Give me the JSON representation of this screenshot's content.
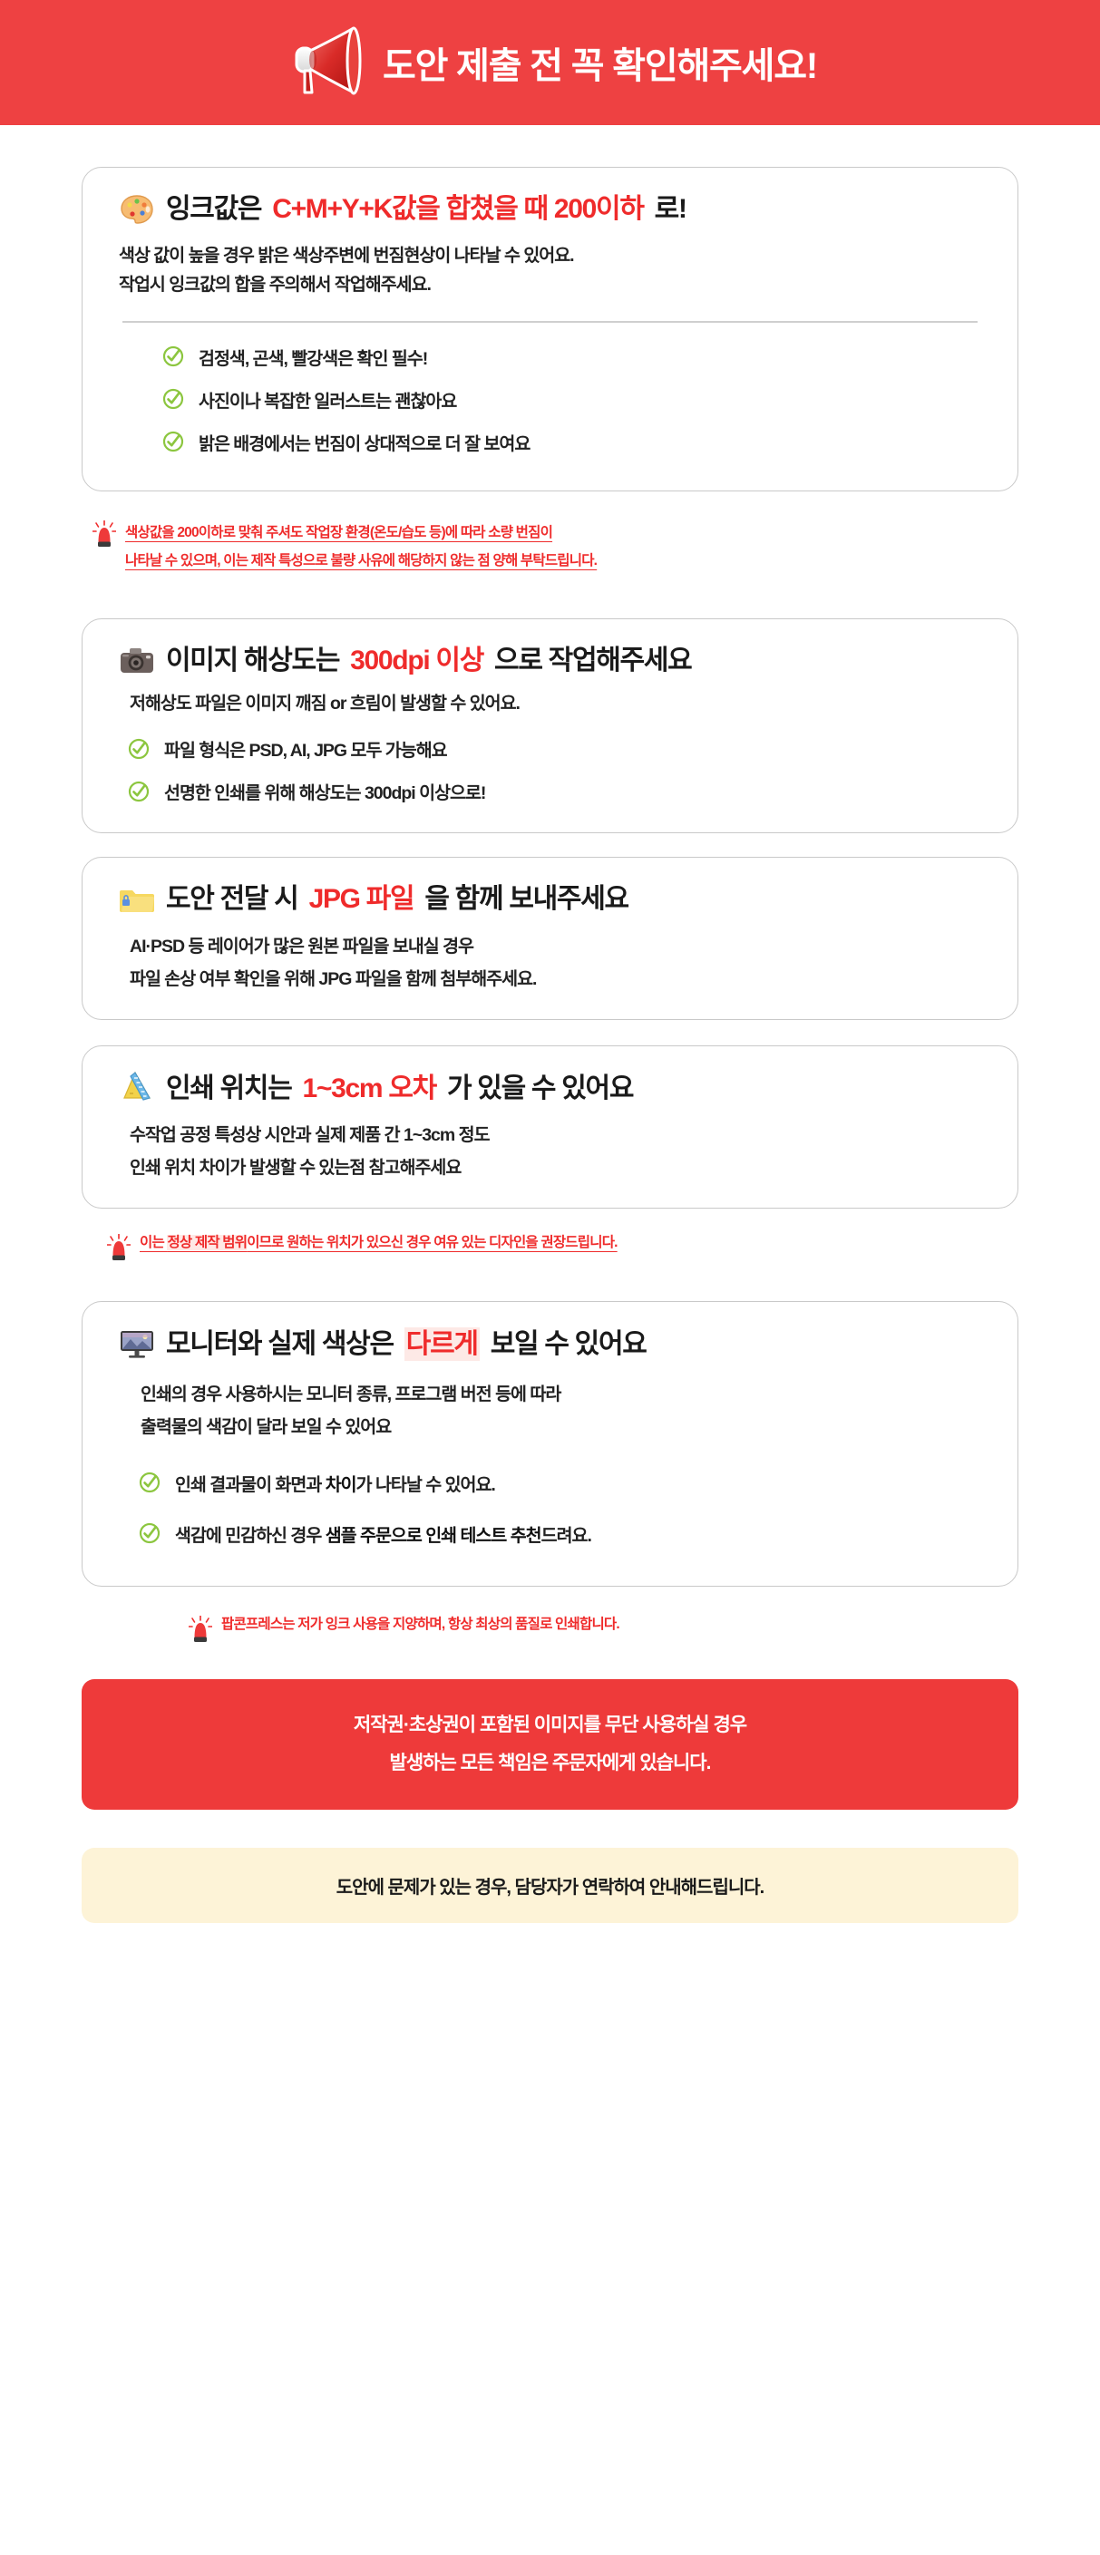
{
  "header": {
    "title": "도안 제출 전 꼭 확인해주세요!",
    "bg_color": "#EE4142",
    "icon": "megaphone-icon"
  },
  "colors": {
    "brand_red": "#EE4142",
    "accent_red": "#EF2B2B",
    "check_green": "#8CC63F",
    "cream": "#FDF3D7",
    "card_border": "#C9C9C9"
  },
  "cards": [
    {
      "id": "ink-value",
      "icon": "palette-icon",
      "head": {
        "pre": "잉크값은 ",
        "em": "C+M+Y+K값을 합쳤을 때 200이하",
        "post": "로!"
      },
      "sub_lines": [
        "색상 값이 높을 경우 밝은 색상주변에 번짐현상이 나타날 수 있어요.",
        "작업시 잉크값의 합을 주의해서 작업해주세요."
      ],
      "divider": true,
      "checks": [
        "검정색, 곤색, 빨강색은 확인 필수!",
        "사진이나 복잡한 일러스트는 괜찮아요",
        "밝은 배경에서는 번짐이 상대적으로 더 잘 보여요"
      ]
    },
    {
      "id": "resolution",
      "icon": "camera-icon",
      "head": {
        "pre": "이미지 해상도는 ",
        "em": "300dpi 이상",
        "post": "으로 작업해주세요"
      },
      "sub_lines": [
        "저해상도 파일은 이미지 깨짐 or 흐림이 발생할 수 있어요."
      ],
      "divider": false,
      "checks": [
        "파일 형식은 PSD, AI, JPG 모두 가능해요",
        "선명한 인쇄를 위해 해상도는 300dpi 이상으로!"
      ]
    },
    {
      "id": "jpg-file",
      "icon": "folder-lock-icon",
      "head": {
        "pre": "도안 전달 시 ",
        "em": "JPG 파일",
        "post": "을 함께 보내주세요"
      },
      "sub_lines": [
        "AI·PSD 등 레이어가 많은 원본 파일을 보내실 경우",
        "파일 손상 여부 확인을 위해 JPG 파일을 함께 첨부해주세요."
      ],
      "divider": false,
      "checks": []
    },
    {
      "id": "print-position",
      "icon": "ruler-icon",
      "head": {
        "pre": "인쇄 위치는 ",
        "em": "1~3cm 오차",
        "post": "가 있을 수 있어요"
      },
      "sub_lines": [
        "수작업 공정 특성상 시안과 실제 제품 간 1~3cm 정도",
        "인쇄 위치 차이가 발생할 수 있는점 참고해주세요"
      ],
      "divider": false,
      "checks": []
    },
    {
      "id": "monitor-color",
      "icon": "monitor-icon",
      "head": {
        "pre": "모니터와 실제 색상은 ",
        "em": "다르게",
        "post": " 보일 수 있어요"
      },
      "sub_lines": [
        "인쇄의 경우 사용하시는 모니터 종류, 프로그램 버전 등에 따라",
        "출력물의 색감이 달라 보일 수 있어요"
      ],
      "divider": false,
      "checks_rich": [
        {
          "pre": "인쇄 결과물이 화면과 ",
          "b": "차이",
          "post": "가 나타날 수 있어요."
        },
        {
          "pre": "색감에 민감하신 경우 ",
          "b": "샘플 주문으로 인쇄 테스트 추천",
          "post": "드려요."
        }
      ]
    }
  ],
  "notes": [
    {
      "id": "ink-note",
      "icon": "siren-icon",
      "underline": true,
      "lines": [
        "색상값을 200이하로 맞춰 주셔도 작업장 환경(온도/습도 등)에 따라 소량 번짐이",
        "나타날 수 있으며, 이는 제작 특성으로 불량 사유에 해당하지 않는 점 양해 부탁드립니다."
      ]
    },
    {
      "id": "position-note",
      "icon": "siren-icon",
      "underline": true,
      "pre": "이는 ",
      "hl": "정상 제작 범위",
      "post": "이므로 원하는 위치가 있으신 경우 여유 있는 디자인을 권장드립니다."
    },
    {
      "id": "quality-note",
      "icon": "siren-icon",
      "underline": false,
      "text": "팝콘프레스는 저가 잉크 사용을 지양하며, 항상 최상의 품질로 인쇄합니다."
    }
  ],
  "banners": {
    "copyright": {
      "line1": "저작권·초상권이 포함된 이미지를 무단 사용하실 경우",
      "line2": "발생하는 모든 책임은 주문자에게 있습니다.",
      "bg": "#EE3A3A"
    },
    "contact": {
      "text": "도안에 문제가 있는 경우, 담당자가 연락하여 안내해드립니다.",
      "bg": "#FDF3D7"
    }
  }
}
